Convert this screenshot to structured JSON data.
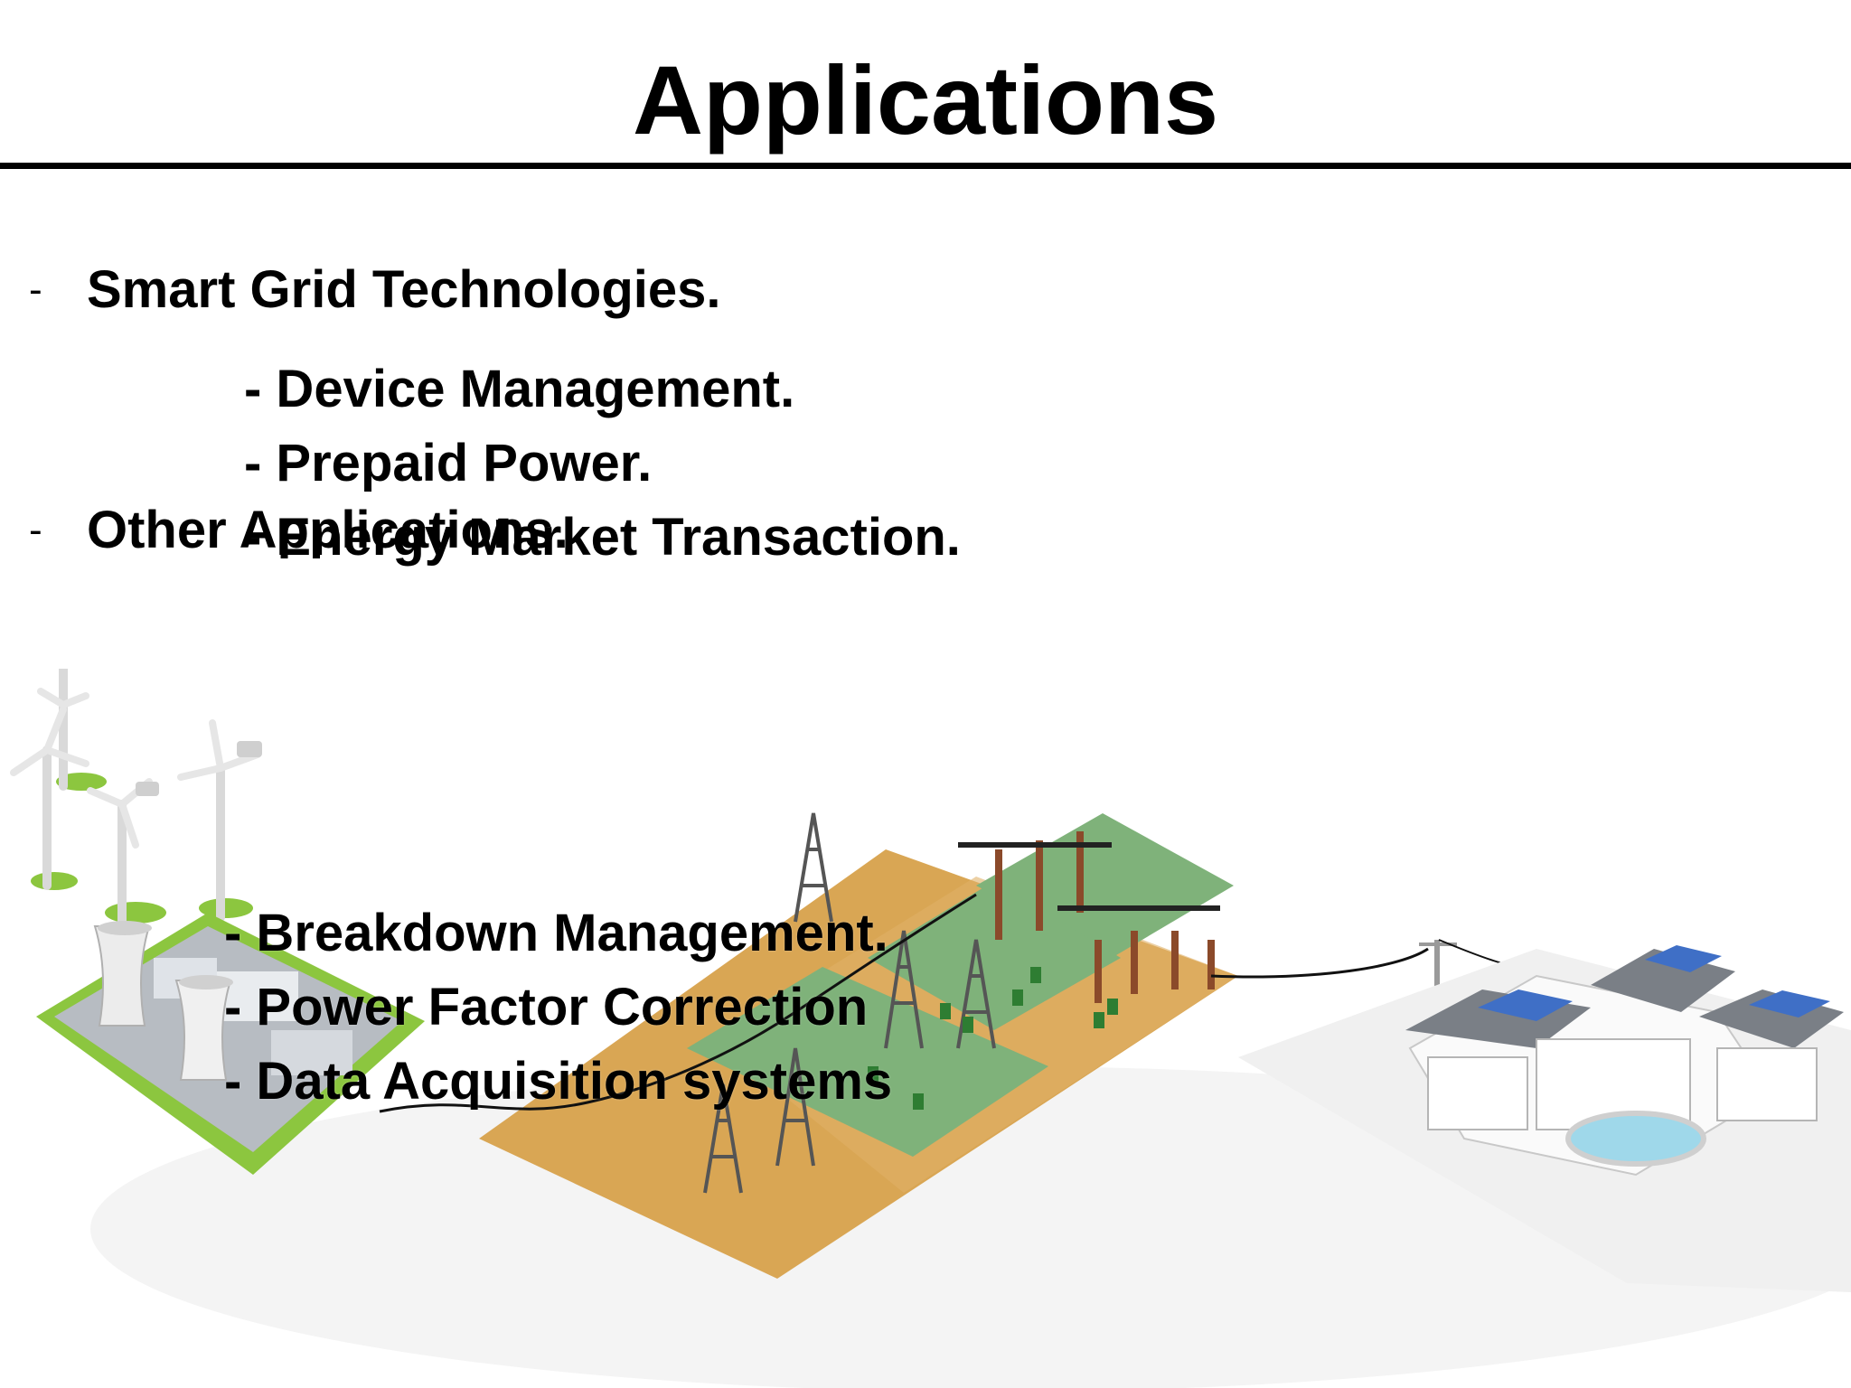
{
  "slide": {
    "title": "Applications",
    "bullets": [
      {
        "marker": "-",
        "text": "Smart Grid Technologies.",
        "subitems": [
          "- Device Management.",
          "- Prepaid Power.",
          "- Energy Market Transaction."
        ]
      },
      {
        "marker": "-",
        "text": "Other Applications.",
        "subitems": [
          "- Breakdown Management.",
          "- Power Factor Correction",
          "- Data Acquisition systems"
        ]
      }
    ]
  },
  "illustration": {
    "scenes": [
      "wind-turbines",
      "power-plant",
      "transmission-substation",
      "utility-pole",
      "solar-house"
    ],
    "colors": {
      "ground_sand": "#d9a654",
      "ground_green": "#7fb27a",
      "grass": "#8cc63f",
      "roof": "#7a7f86",
      "solar_panel": "#3f6fc6",
      "pool": "#9fd8ea",
      "pylon": "#555555",
      "pole_wood": "#8b4a2a"
    }
  }
}
